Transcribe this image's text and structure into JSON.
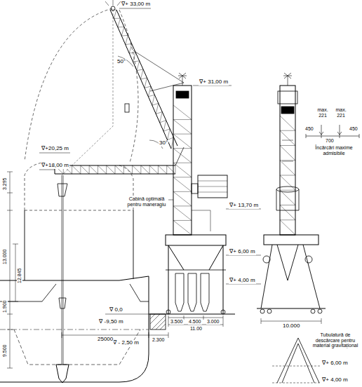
{
  "diagram": {
    "labels": [
      "∇+ 33,00 m",
      "∇+ 31,00 m",
      "50°",
      "30°",
      "∇+20,25 m",
      "∇+18,00 m",
      "3.295",
      "Cabină optimală pentru maneragiu",
      "∇+ 13,70 m",
      "13.000",
      "12.845",
      "∇+ 6,00 m",
      "∇+ 4,00 m",
      "1.900",
      "∇ 0,0",
      "9.500",
      "∇ -9,50 m",
      "∇ - 2,50 m",
      "25000",
      "2.300",
      "3.500",
      "4.500",
      "3.000",
      "11.00",
      "max. 221",
      "max. 221",
      "450",
      "700",
      "450",
      "Încărcări maxime admisibile",
      "10.000",
      "Tubulatură de descărcare pentru material gravitațional",
      "∇+ 6,00 m",
      "∇+ 4,00 m"
    ]
  }
}
